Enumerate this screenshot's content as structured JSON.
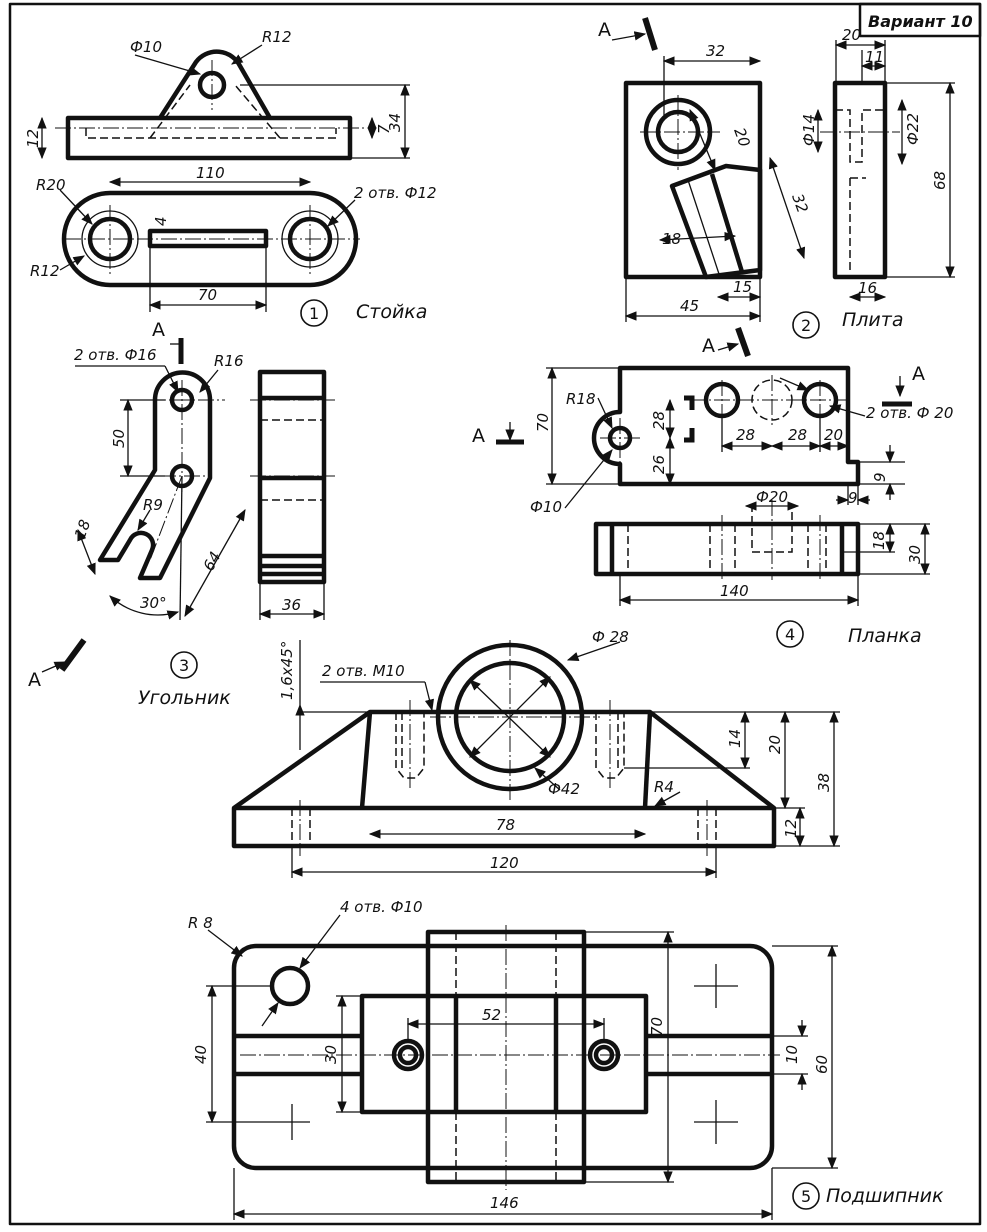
{
  "variant": "Вариант 10",
  "section_mark": "А",
  "parts": [
    {
      "number": "1",
      "name": "Стойка",
      "dims": [
        "Ф10",
        "R12",
        "12",
        "7",
        "34",
        "110",
        "R20",
        "2 отв. Ф12",
        "4",
        "R12",
        "70"
      ]
    },
    {
      "number": "2",
      "name": "Плита",
      "dims": [
        "32",
        "20",
        "32",
        "18",
        "45",
        "15",
        "20",
        "11",
        "Ф14",
        "Ф22",
        "68",
        "16"
      ]
    },
    {
      "number": "3",
      "name": "Угольник",
      "dims": [
        "2 отв. Ф16",
        "R16",
        "50",
        "R9",
        "18",
        "64",
        "30°",
        "36"
      ]
    },
    {
      "number": "4",
      "name": "Планка",
      "dims": [
        "70",
        "R18",
        "28",
        "26",
        "28",
        "28",
        "20",
        "2 отв. Ф 20",
        "9",
        "9",
        "Ф10",
        "Ф20",
        "18",
        "30",
        "140"
      ]
    },
    {
      "number": "5",
      "name": "Подшипник",
      "dims": [
        "1,6х45°",
        "2 отв. М10",
        "Ф 28",
        "14",
        "20",
        "38",
        "Ф42",
        "R4",
        "78",
        "12",
        "120",
        "R 8",
        "4 отв. Ф10",
        "52",
        "70",
        "40",
        "30",
        "10",
        "60",
        "146"
      ]
    }
  ]
}
